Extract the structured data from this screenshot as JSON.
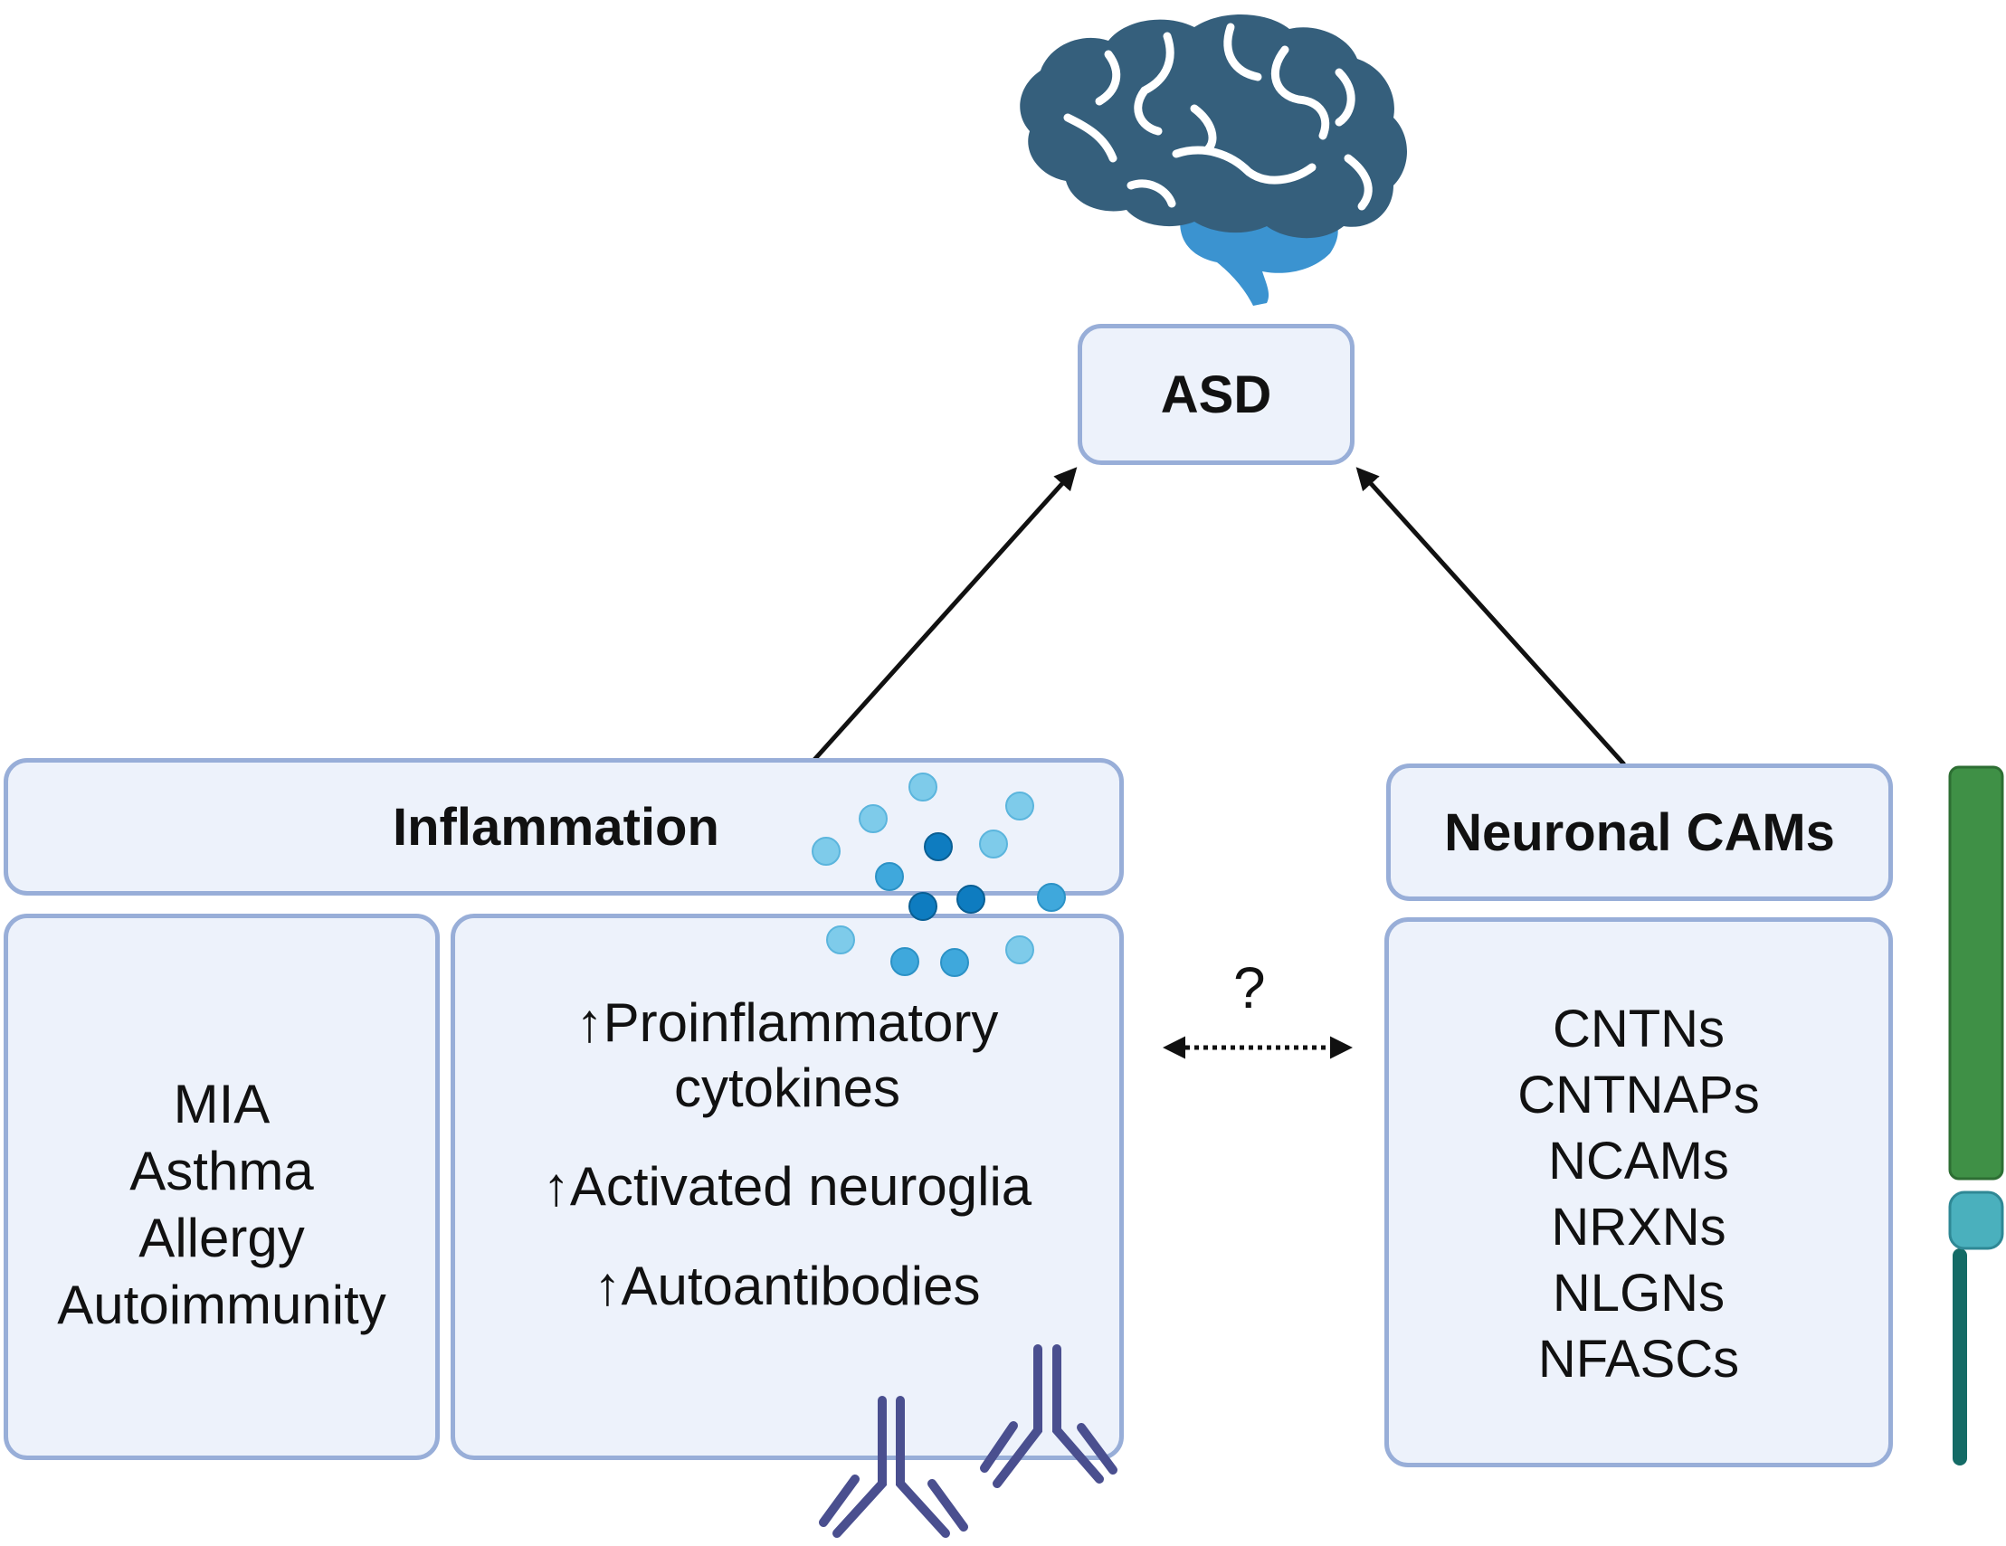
{
  "asd_label": "ASD",
  "inflammation": {
    "title": "Inflammation",
    "factors": [
      "MIA",
      "Asthma",
      "Allergy",
      "Autoimmunity"
    ],
    "effects": {
      "arrow": "↑",
      "proinflammatory_line1": "Proinflammatory",
      "proinflammatory_line2": "cytokines",
      "neuroglia": "Activated neuroglia",
      "autoantibodies": "Autoantibodies"
    }
  },
  "cams": {
    "title": "Neuronal CAMs",
    "items": [
      "CNTNs",
      "CNTNAPs",
      "NCAMs",
      "NRXNs",
      "NLGNs",
      "NFASCs"
    ]
  },
  "link_question": "?",
  "colors": {
    "box_fill": "#edf2fb",
    "box_border": "#98aed8",
    "brain_dark": "#355f7c",
    "brain_light": "#3b93d0",
    "antibody": "#4a4f8f",
    "cam_green": "#3f9046",
    "cam_teal": "#4ab0bd",
    "cam_stem": "#146b66"
  },
  "icons": [
    "brain-icon",
    "cytokine-cluster-icon",
    "antibody-icon",
    "cam-protein-icon"
  ]
}
